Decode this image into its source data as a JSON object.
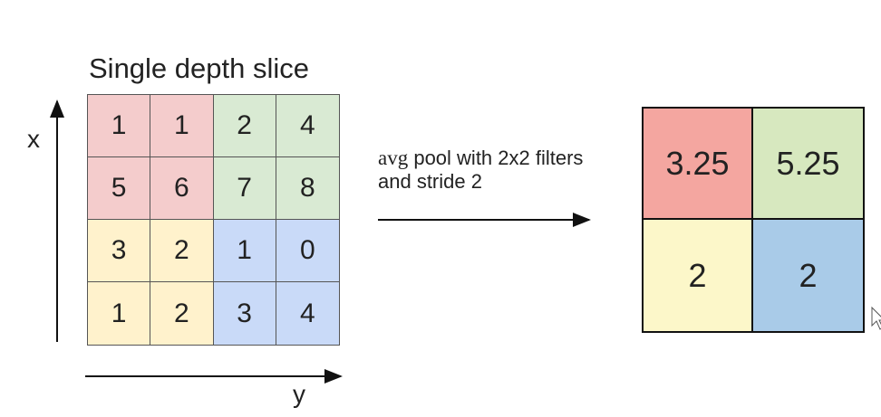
{
  "title": "Single depth slice",
  "axes": {
    "x_label": "x",
    "y_label": "y"
  },
  "operation": {
    "line1_prefix": "avg",
    "line1_rest": " pool with 2x2 filters",
    "line2": "and stride 2"
  },
  "colors": {
    "red": "#f4cccc",
    "green": "#d9ead3",
    "yellow": "#fff2cc",
    "blue": "#c9daf8",
    "out_red": "#f4a6a0",
    "out_green": "#d7e8bf",
    "out_yellow": "#fcf7c9",
    "out_blue": "#a9cbe8"
  },
  "input": {
    "rows": [
      [
        "1",
        "1",
        "2",
        "4"
      ],
      [
        "5",
        "6",
        "7",
        "8"
      ],
      [
        "3",
        "2",
        "1",
        "0"
      ],
      [
        "1",
        "2",
        "3",
        "4"
      ]
    ],
    "colors": [
      [
        "red",
        "red",
        "green",
        "green"
      ],
      [
        "red",
        "red",
        "green",
        "green"
      ],
      [
        "yellow",
        "yellow",
        "blue",
        "blue"
      ],
      [
        "yellow",
        "yellow",
        "blue",
        "blue"
      ]
    ]
  },
  "output": {
    "rows": [
      [
        "3.25",
        "5.25"
      ],
      [
        "2",
        "2"
      ]
    ],
    "colors": [
      [
        "out_red",
        "out_green"
      ],
      [
        "out_yellow",
        "out_blue"
      ]
    ]
  },
  "icons": {
    "cursor": "mouse-pointer-icon"
  }
}
